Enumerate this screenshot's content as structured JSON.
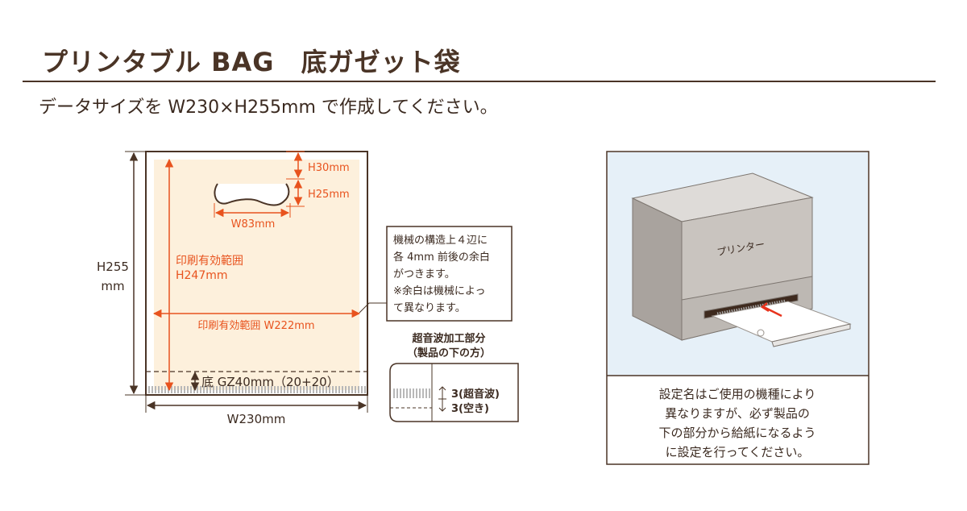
{
  "header": {
    "title": "プリンタブル BAG　底ガゼット袋",
    "subtitle": "データサイズを W230×H255mm で作成してください。"
  },
  "bag": {
    "height_label_1": "H255",
    "height_label_2": "mm",
    "handle_top": "H30mm",
    "handle_height": "H25mm",
    "handle_width": "W83mm",
    "print_area_h_1": "印刷有効範囲",
    "print_area_h_2": "H247mm",
    "print_area_w": "印刷有効範囲 W222mm",
    "bottom_gusset": "底 GZ40mm（20+20）",
    "width_label": "W230mm"
  },
  "note": {
    "lines": [
      "機械の構造上４辺に",
      "各 4mm 前後の余白",
      "がつきます。",
      "※余白は機械によっ",
      "て異なります。"
    ]
  },
  "seal": {
    "title_1": "超音波加工部分",
    "title_2": "（製品の下の方）",
    "ultrasonic": "3(超音波)",
    "blank": "3(空き)"
  },
  "printer": {
    "label": "プリンター",
    "caption": [
      "設定名はご使用の機種により",
      "異なりますが、必ず製品の",
      "下の部分から給紙になるよう",
      "に設定を行ってください。"
    ]
  },
  "colors": {
    "brown": "#4a3426",
    "orange": "#e8531e",
    "print_fill": "#fdf0dc",
    "panel_bg": "#e6f0f8",
    "printer_gray": "#c9c4bf"
  }
}
